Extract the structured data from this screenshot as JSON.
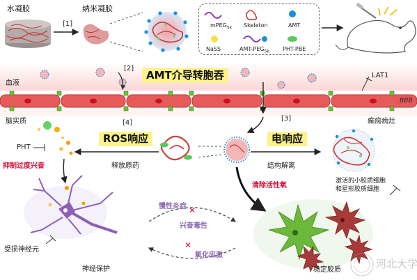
{
  "labels": {
    "hydrogel": "水凝胶",
    "nanogel": "纳米凝胶",
    "step1": "[1]",
    "step2": "[2]",
    "step3": "[3]",
    "step4": "[4]",
    "blood": "血液",
    "brain": "脑实质",
    "amt_title": "AMT介导转胞吞",
    "lat1": "LAT1",
    "bbb": "BBB",
    "epilepsy_focus": "癫痫病灶",
    "ros": "ROS响应",
    "electro": "电响应",
    "pht": "PHT",
    "inhibit": "抑制过度兴奋",
    "release": "释放原药",
    "dissociation": "结构解离",
    "scavenge": "清除活性氧",
    "activated_glia": "激活的小胶质细胞\n和星形胶质细胞",
    "inflammation": "慢性炎症",
    "excitotoxicity": "兴奋毒性",
    "oxidative": "氧化应激",
    "damaged_neuron": "受损神经元",
    "neuroprotect": "神经保护",
    "stabilize": "稳定胶质"
  },
  "legend": {
    "mpeg": "mPEG",
    "mpeg_sub": "5k",
    "skeleton": "Skeleton",
    "amt": "AMT",
    "nass": "NaSS",
    "amt_peg": "AMT-PEG",
    "amt_peg_sub": "5k",
    "pht_pbe": "PHT-PBE"
  },
  "watermark": "河北大学",
  "colors": {
    "highlight": "#fdf38a",
    "accent_red": "#d2143b",
    "accent_purple": "#8a6bb3",
    "cell_fill": "#e75a5a",
    "nucleus": "#c9111d",
    "junction": "#6fbf3b"
  }
}
